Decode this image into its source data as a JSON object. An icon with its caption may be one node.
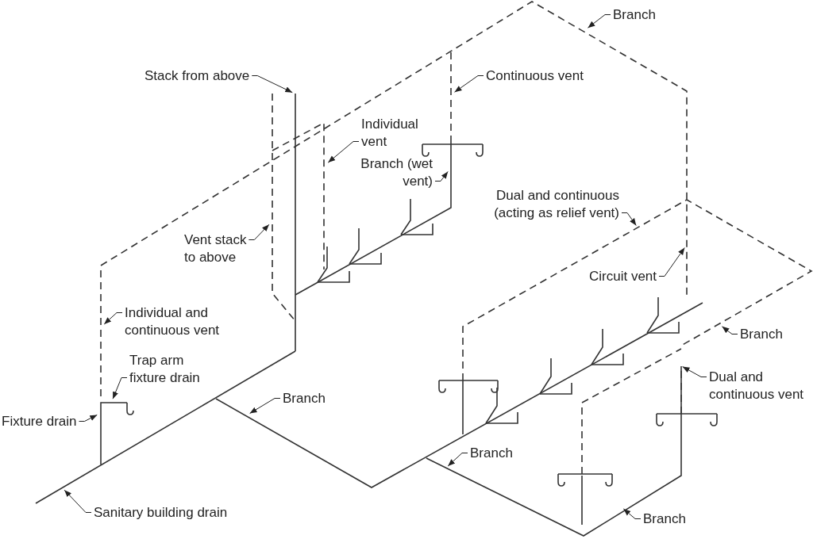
{
  "diagram": {
    "nodes": [
      {
        "text": [
          "Branch"
        ]
      },
      {
        "text": [
          "Stack from above"
        ]
      },
      {
        "text": [
          "Continuous vent"
        ]
      },
      {
        "text": [
          "Individual vent"
        ]
      },
      {
        "text": [
          "Branch (wet vent)"
        ]
      },
      {
        "text": [
          "Dual and continuous (acting as relief vent)"
        ]
      },
      {
        "text": [
          "Vent stack to above"
        ]
      },
      {
        "text": [
          "Circuit vent"
        ]
      },
      {
        "text": [
          "Individual and continuous vent"
        ]
      },
      {
        "text": [
          "Branch"
        ]
      },
      {
        "text": [
          "Trap arm fixture drain"
        ]
      },
      {
        "text": [
          "Dual and continuous vent"
        ]
      },
      {
        "text": [
          "Fixture drain"
        ]
      },
      {
        "text": [
          "Branch"
        ]
      },
      {
        "text": [
          "Branch"
        ]
      },
      {
        "text": [
          "Sanitary building drain"
        ]
      },
      {
        "text": [
          "Branch"
        ]
      }
    ],
    "edges": [
      {
        "from": 0,
        "to": null,
        "arrow": "to"
      },
      {
        "from": 1,
        "to": null,
        "arrow": "to"
      },
      {
        "from": 2,
        "to": null,
        "arrow": "to"
      },
      {
        "from": 3,
        "to": null,
        "arrow": "to"
      },
      {
        "from": 4,
        "to": null,
        "arrow": "to"
      },
      {
        "from": 5,
        "to": null,
        "arrow": "to"
      },
      {
        "from": 6,
        "to": null,
        "arrow": "to"
      },
      {
        "from": 7,
        "to": null,
        "arrow": "to"
      },
      {
        "from": 8,
        "to": null,
        "arrow": "to"
      },
      {
        "from": 9,
        "to": null,
        "arrow": "to"
      },
      {
        "from": 10,
        "to": null,
        "arrow": "to"
      },
      {
        "from": 11,
        "to": null,
        "arrow": "to"
      },
      {
        "from": 12,
        "to": null,
        "arrow": "to"
      },
      {
        "from": 13,
        "to": null,
        "arrow": "to"
      },
      {
        "from": 14,
        "to": null,
        "arrow": "to"
      },
      {
        "from": 15,
        "to": null,
        "arrow": "to"
      },
      {
        "from": 16,
        "to": null,
        "arrow": "to"
      }
    ]
  }
}
